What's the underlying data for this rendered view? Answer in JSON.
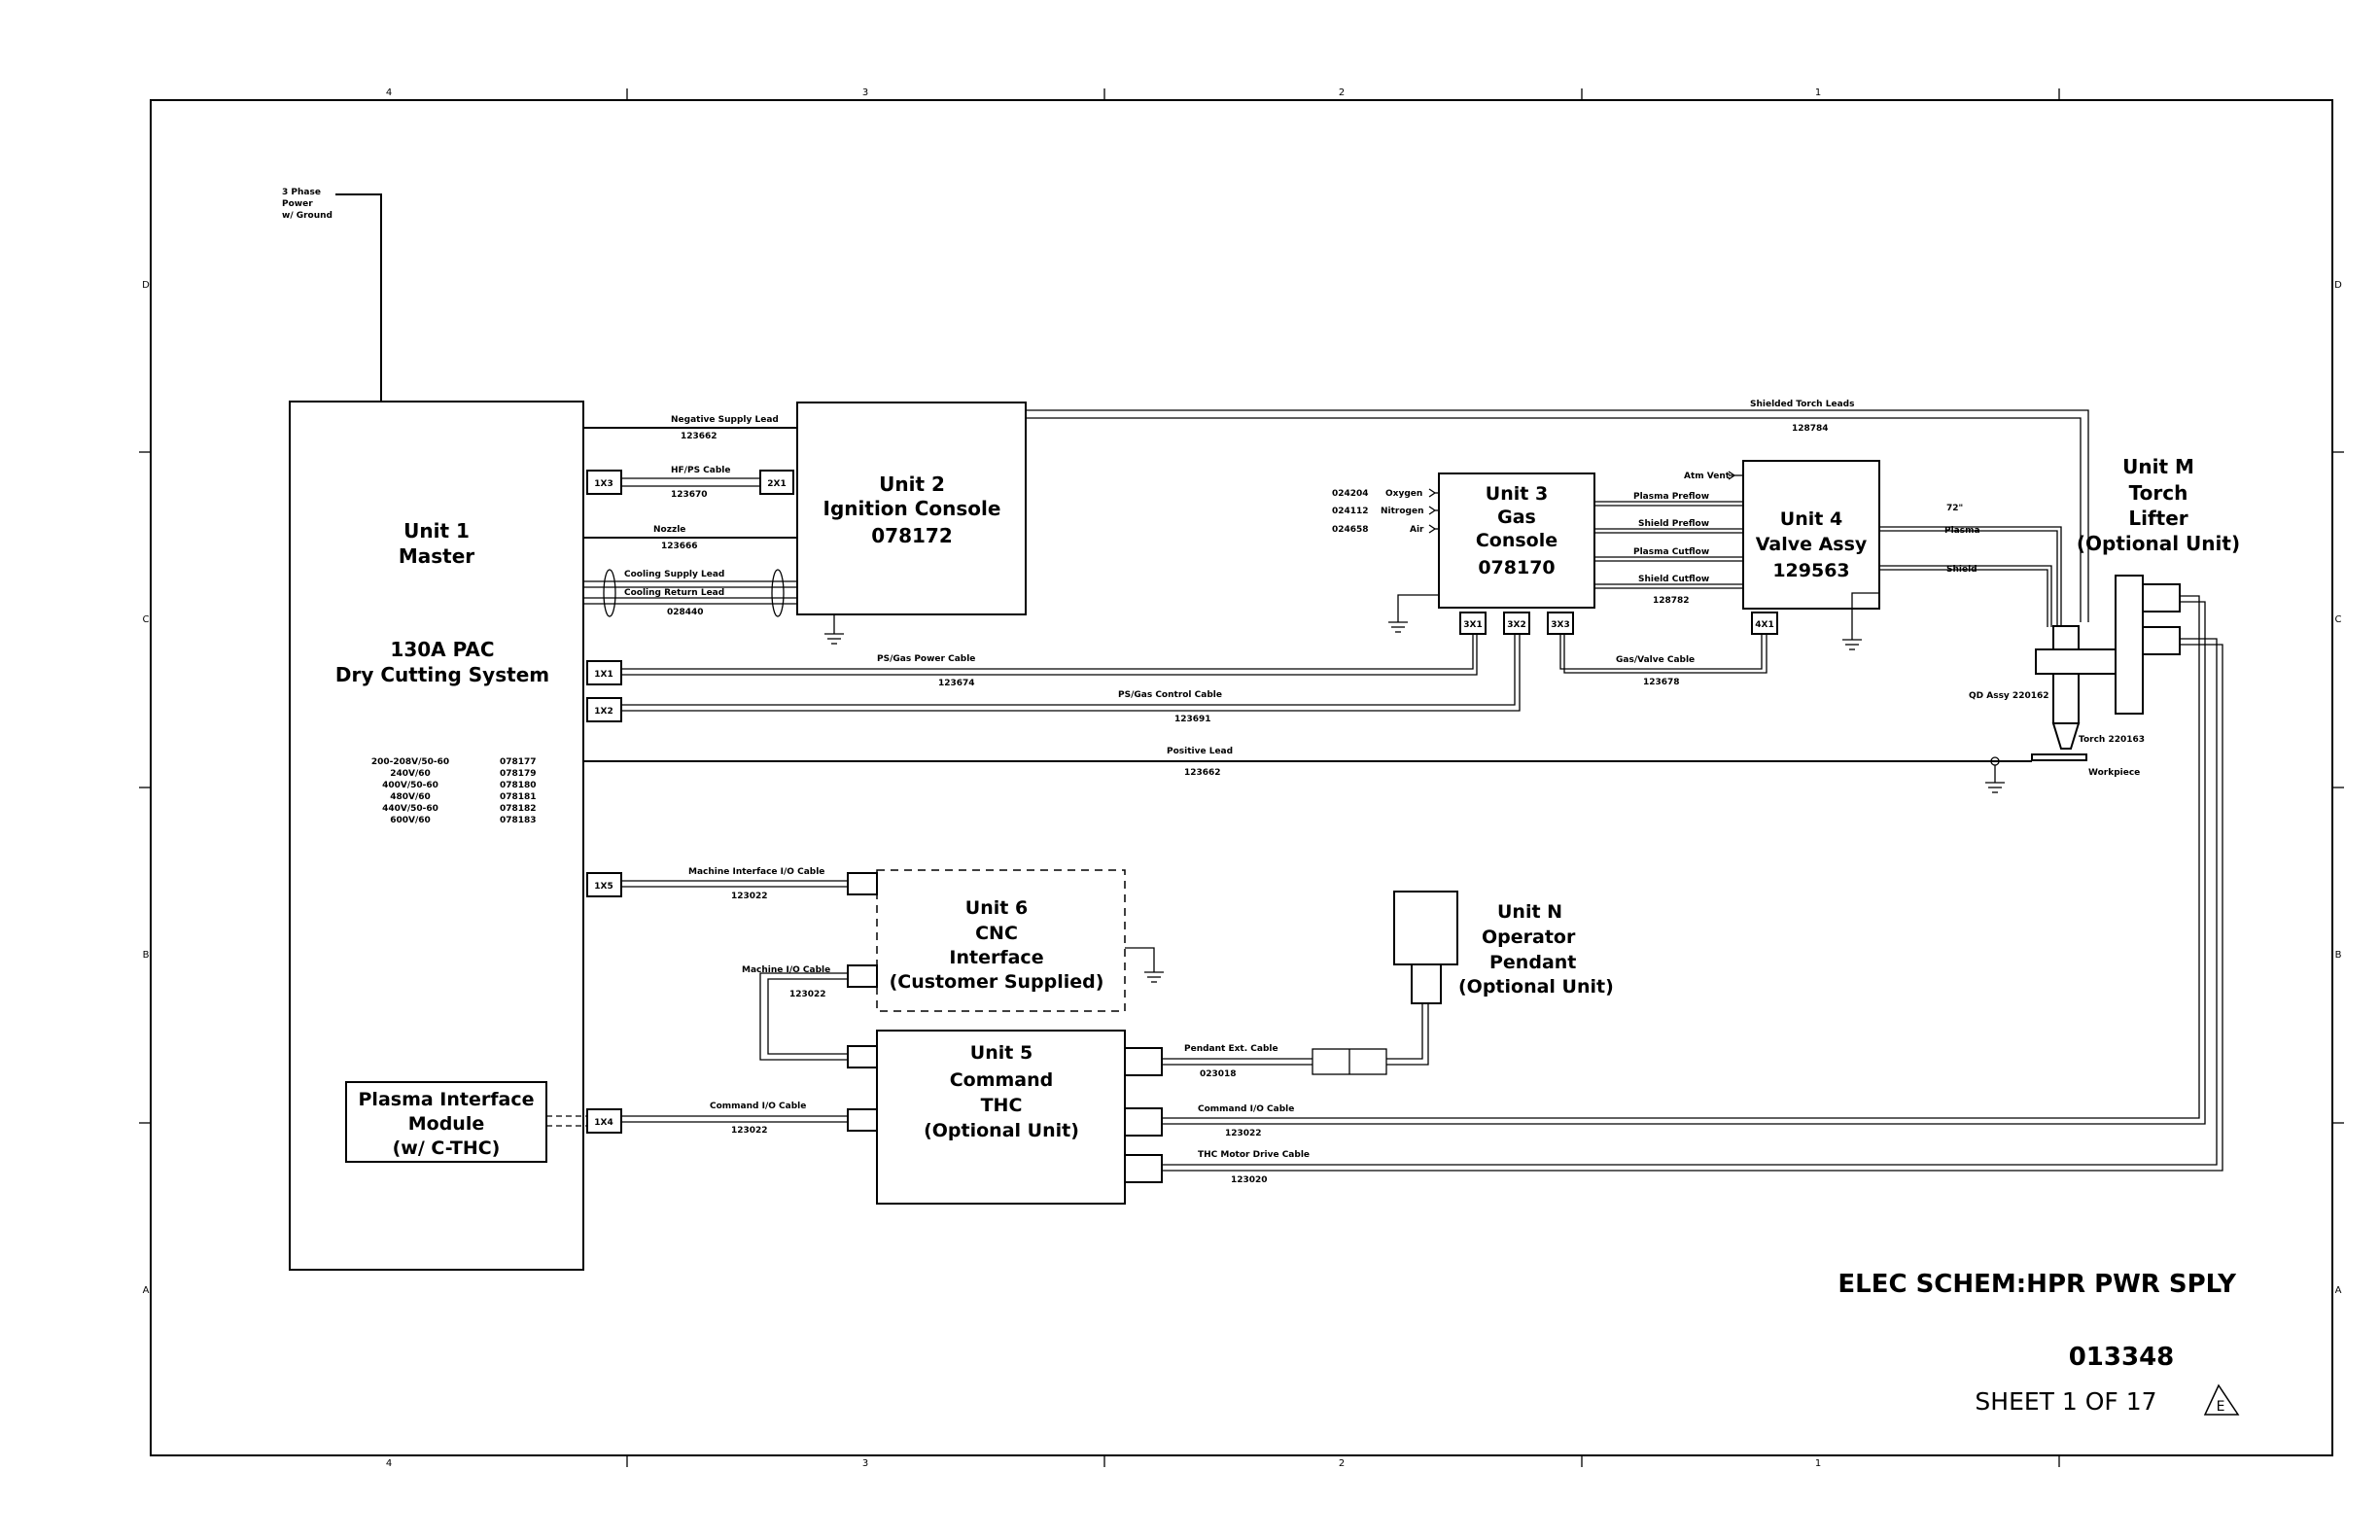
{
  "border": {
    "col_labels": [
      "4",
      "3",
      "2",
      "1"
    ],
    "row_labels": [
      "D",
      "C",
      "B",
      "A"
    ]
  },
  "power_input": {
    "lines": [
      "3 Phase",
      "Power",
      "w/ Ground"
    ]
  },
  "unit1": {
    "title": [
      "Unit 1",
      "Master"
    ],
    "system": [
      "130A PAC",
      "Dry Cutting System"
    ],
    "voltages": [
      "200-208V/50-60",
      "240V/60",
      "400V/50-60",
      "480V/60",
      "440V/50-60",
      "600V/60"
    ],
    "part_numbers": [
      "078177",
      "078179",
      "078180",
      "078181",
      "078182",
      "078183"
    ],
    "connectors": [
      "1X3",
      "1X1",
      "1X2",
      "1X5",
      "1X4"
    ],
    "pim": [
      "Plasma Interface",
      "Module",
      "(w/ C-THC)"
    ]
  },
  "unit2": {
    "lines": [
      "Unit 2",
      "Ignition Console",
      "078172"
    ],
    "connector": "2X1"
  },
  "unit3": {
    "lines": [
      "Unit 3",
      "Gas",
      "Console",
      "078170"
    ],
    "connectors": [
      "3X1",
      "3X2",
      "3X3"
    ],
    "inputs": [
      {
        "part": "024204",
        "gas": "Oxygen"
      },
      {
        "part": "024112",
        "gas": "Nitrogen"
      },
      {
        "part": "024658",
        "gas": "Air"
      }
    ]
  },
  "unit4": {
    "lines": [
      "Unit 4",
      "Valve Assy",
      "129563"
    ],
    "connector": "4X1"
  },
  "unitM": {
    "lines": [
      "Unit M",
      "Torch",
      "Lifter",
      "(Optional Unit)"
    ]
  },
  "unit6": {
    "lines": [
      "Unit 6",
      "CNC",
      "Interface",
      "(Customer Supplied)"
    ]
  },
  "unit5": {
    "lines": [
      "Unit 5",
      "Command",
      "THC",
      "(Optional Unit)"
    ]
  },
  "unitN": {
    "lines": [
      "Unit N",
      "Operator",
      "Pendant",
      "(Optional Unit)"
    ]
  },
  "cables": {
    "neg_supply": {
      "name": "Negative Supply Lead",
      "part": "123662"
    },
    "hfps": {
      "name": "HF/PS Cable",
      "part": "123670"
    },
    "nozzle": {
      "name": "Nozzle",
      "part": "123666"
    },
    "cooling_supply": {
      "name": "Cooling Supply Lead"
    },
    "cooling_return": {
      "name": "Cooling Return Lead",
      "part": "028440"
    },
    "shielded_torch": {
      "name": "Shielded Torch Leads",
      "part": "128784"
    },
    "ps_gas_power": {
      "name": "PS/Gas Power Cable",
      "part": "123674"
    },
    "ps_gas_control": {
      "name": "PS/Gas Control Cable",
      "part": "123691"
    },
    "gas_valve": {
      "name": "Gas/Valve Cable",
      "part": "123678"
    },
    "positive": {
      "name": "Positive Lead",
      "part": "123662"
    },
    "machine_io": {
      "name": "Machine Interface I/O Cable",
      "part": "123022"
    },
    "machine_io2": {
      "name": "Machine I/O Cable",
      "part": "123022"
    },
    "command_io_pim": {
      "name": "Command I/O Cable",
      "part": "123022"
    },
    "pendant_ext": {
      "name": "Pendant Ext. Cable",
      "part": "023018"
    },
    "command_io_m": {
      "name": "Command I/O Cable",
      "part": "123022"
    },
    "thc_motor": {
      "name": "THC Motor Drive Cable",
      "part": "123020"
    }
  },
  "gas_hoses": {
    "atm_vent": "Atm Vent",
    "plasma_preflow": "Plasma Preflow",
    "shield_preflow": "Shield Preflow",
    "plasma_cutflow": "Plasma Cutflow",
    "shield_cutflow": "Shield Cutflow",
    "hose_part": "128782",
    "length": "72\"",
    "plasma": "Plasma",
    "shield": "Shield"
  },
  "torch": {
    "qd": "QD Assy 220162",
    "torch": "Torch 220163",
    "workpiece": "Workpiece"
  },
  "title_block": {
    "title": "ELEC SCHEM:HPR PWR SPLY",
    "number": "013348",
    "sheet": "SHEET 1 OF 17",
    "revision": "E"
  }
}
